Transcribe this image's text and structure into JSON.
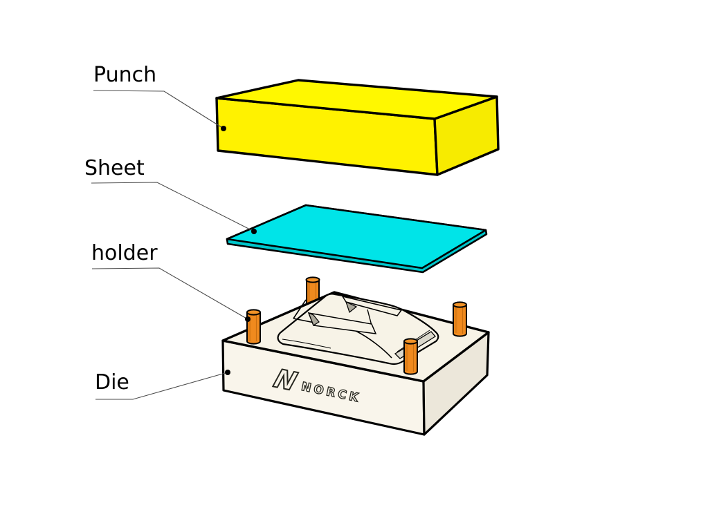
{
  "labels": {
    "punch": "Punch",
    "sheet": "Sheet",
    "holder": "holder",
    "die": "Die"
  },
  "logo": {
    "initial": "N",
    "name": "NORCK"
  },
  "colors": {
    "punch_top": "#FFF800",
    "punch_front": "#FFF200",
    "punch_side": "#F7EB00",
    "sheet_top": "#00E4E8",
    "sheet_edge": "#00C6CB",
    "die_top": "#F7F3E7",
    "die_front": "#F9F5EB",
    "die_side": "#ECE7DA",
    "pin_body": "#F08A1E",
    "pin_top": "#F29327",
    "pin_shadow": "#C96F10",
    "ridge_band": "#DBD8CC",
    "slot_wall": "#ABA89B",
    "outline": "#000000",
    "leader": "#4A4A4A"
  }
}
